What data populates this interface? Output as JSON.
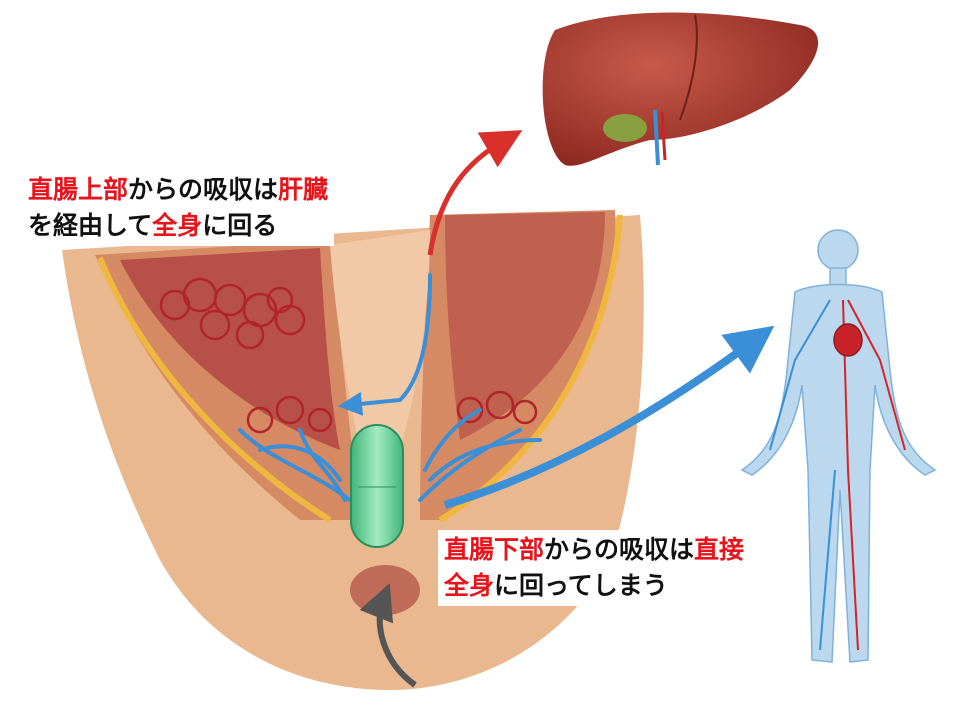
{
  "upper_caption": {
    "line1": [
      {
        "text": "直腸上部",
        "highlight": true
      },
      {
        "text": "からの吸収は",
        "highlight": false
      },
      {
        "text": "肝臓",
        "highlight": true
      }
    ],
    "line2": [
      {
        "text": "を経由して",
        "highlight": false
      },
      {
        "text": "全身",
        "highlight": true
      },
      {
        "text": "に回る",
        "highlight": false
      }
    ]
  },
  "lower_caption": {
    "line1": [
      {
        "text": "直腸下部",
        "highlight": true
      },
      {
        "text": "からの吸収は",
        "highlight": false
      },
      {
        "text": "直接",
        "highlight": true
      }
    ],
    "line2": [
      {
        "text": "全身",
        "highlight": true
      },
      {
        "text": "に回ってしまう",
        "highlight": false
      }
    ]
  },
  "colors": {
    "highlight": "#e8141b",
    "vein": "#3a8fd6",
    "artery": "#c8232a",
    "suppository": "#6fd49a"
  }
}
